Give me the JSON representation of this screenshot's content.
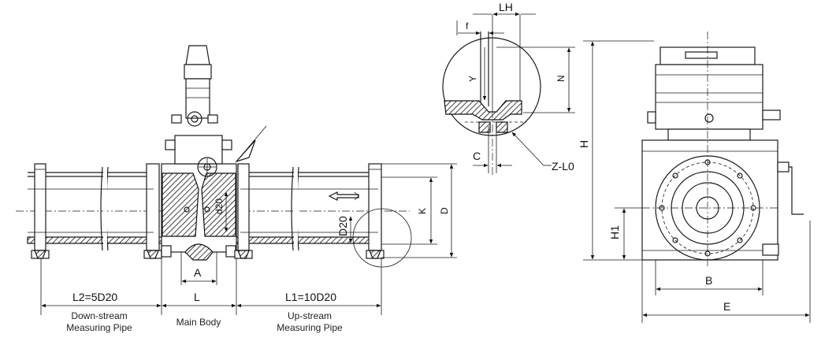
{
  "labels": {
    "l2": "L2=5D20",
    "l": "L",
    "l1": "L1=10D20",
    "a": "A",
    "d20": "d20",
    "D20": "D20",
    "k": "K",
    "d": "D",
    "lh": "LH",
    "f": "f",
    "y": "Y",
    "n": "N",
    "c": "C",
    "zl0": "Z-L0",
    "h": "H",
    "h1": "H1",
    "b": "B",
    "e": "E"
  },
  "captions": {
    "downstream_line1": "Down-stream",
    "downstream_line2": "Measuring Pipe",
    "main_body": "Main Body",
    "upstream_line1": "Up-stream",
    "upstream_line2": "Measuring Pipe"
  }
}
